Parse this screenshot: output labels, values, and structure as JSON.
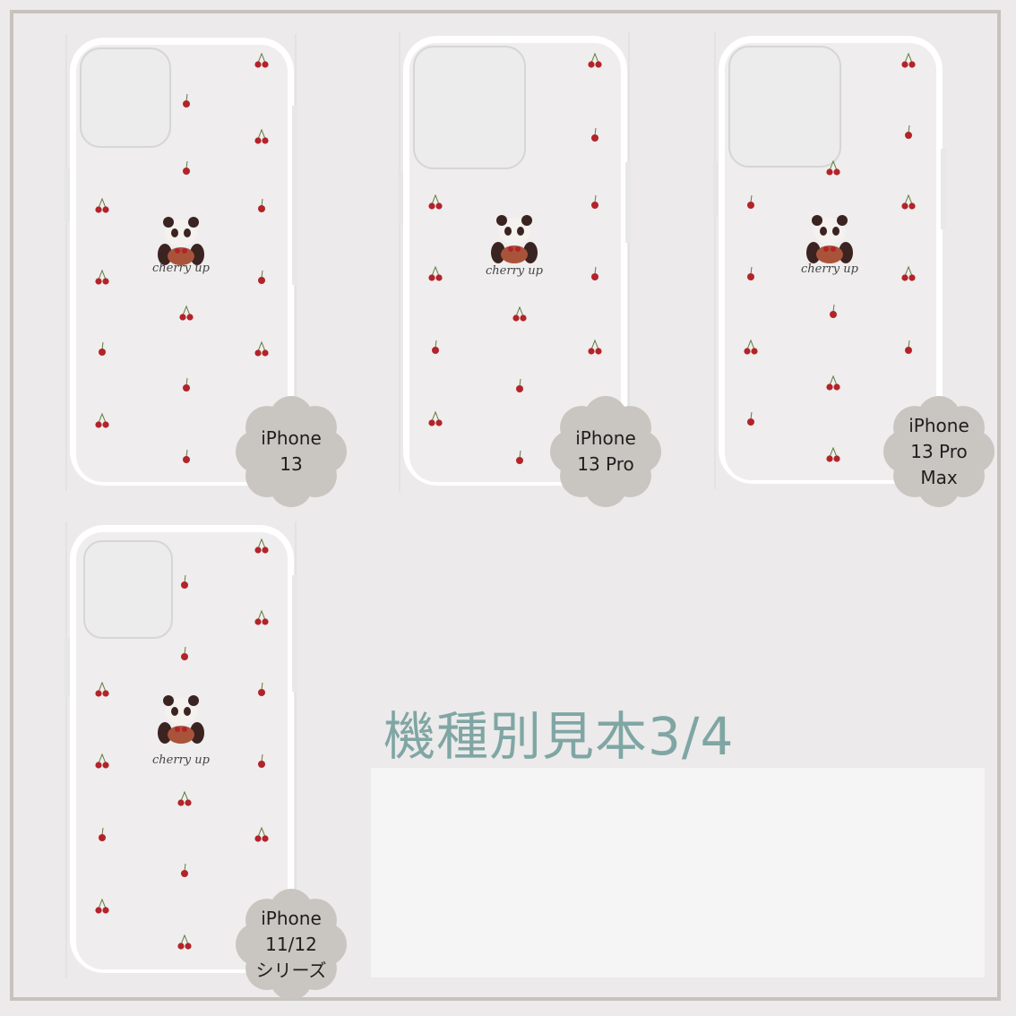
{
  "title": "機種別見本3/4",
  "colors": {
    "background": "#eceaea",
    "border": "#c7c2bd",
    "badge": "#c9c5c0",
    "title": "#7fa6a4",
    "cherry": "#b3232a",
    "case_frame": "#ffffff",
    "note_box": "#f5f5f5"
  },
  "models": [
    {
      "id": "iphone-13",
      "label": "iPhone\n13"
    },
    {
      "id": "iphone-13-pro",
      "label": "iPhone\n13 Pro"
    },
    {
      "id": "iphone-13-pro-max",
      "label": "iPhone\n13 Pro\nMax"
    },
    {
      "id": "iphone-11-12",
      "label": "iPhone\n11/12\nシリーズ"
    }
  ],
  "design": {
    "caption": "cherry up",
    "motif": "panda-with-cherry-basket",
    "pattern": "cherry-pattern"
  },
  "note": ""
}
